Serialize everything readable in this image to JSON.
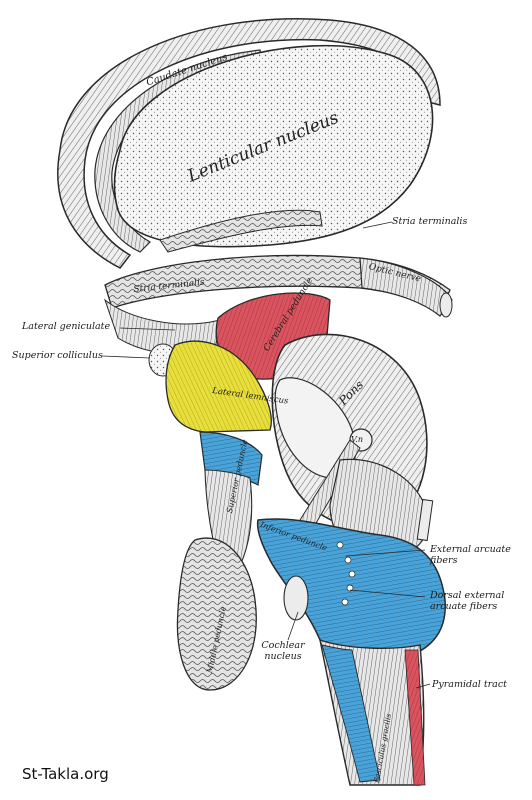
{
  "labels": {
    "caudate_nucleus": "Caudate nucleus",
    "lenticular_nucleus": "Lenticular nucleus",
    "stria_terminalis_right": "Stria terminalis",
    "stria_terminalis_inner": "Stria terminalis",
    "optic_nerve": "Optic nerve",
    "lateral_geniculate": "Lateral geniculate",
    "superior_colliculus": "Superior colliculus",
    "cerebral_peduncle": "Cerebral peduncle",
    "lateral_lemniscus": "Lateral lemniscus",
    "pons": "Pons",
    "nerve_v": "V.n",
    "superior_peduncle": "Superior peduncle",
    "inferior_peduncle": "Inferior peduncle",
    "external_arcuate_fibers": "External arcuate fibers",
    "dorsal_external_arcuate_fibers": "Dorsal external arcuate fibers",
    "cochlear_nucleus": "Cochlear nucleus",
    "pyramidal_tract": "Pyramidal tract",
    "middle_peduncle": "Middle peduncle",
    "fasciculus_gracilis": "Fasciculus gracilis"
  },
  "watermark": "St-Takla.org",
  "colors": {
    "red_region": "#d9545f",
    "yellow_region": "#e8df3a",
    "blue_region": "#4aa3d8",
    "outline": "#2a2a2a",
    "fill_light": "#f1f1f1"
  }
}
